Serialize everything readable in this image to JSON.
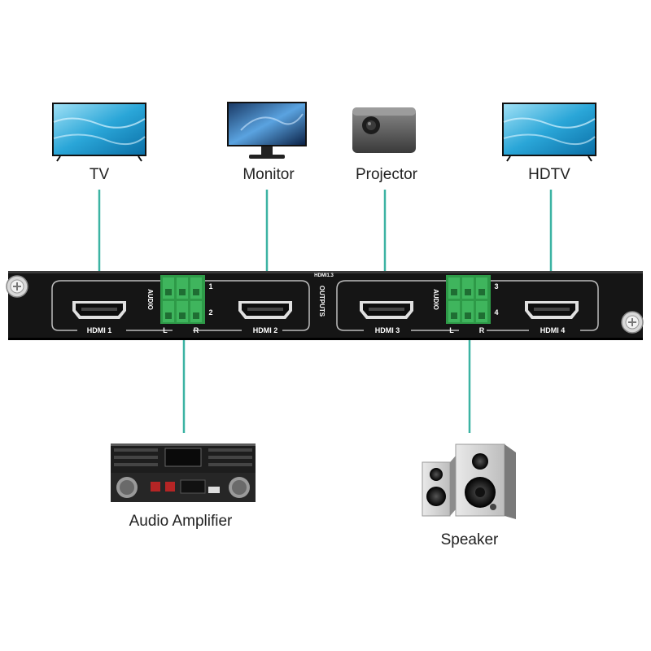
{
  "devices": {
    "tv": "TV",
    "monitor": "Monitor",
    "projector": "Projector",
    "hdtv": "HDTV",
    "amplifier": "Audio Amplifier",
    "speaker": "Speaker"
  },
  "panel": {
    "hdmi1": "HDMI 1",
    "hdmi2": "HDMI 2",
    "hdmi3": "HDMI 3",
    "hdmi4": "HDMI 4",
    "audio": "AUDIO",
    "outputs": "OUTPUTS",
    "hdmi_version": "HDMI1.3",
    "ch1": "1",
    "ch2": "2",
    "ch3": "3",
    "ch4": "4",
    "left": "L",
    "right": "R"
  },
  "colors": {
    "connector_line": "#3cb3a3",
    "panel_body": "#151515",
    "terminal_green": "#2e9a48"
  }
}
